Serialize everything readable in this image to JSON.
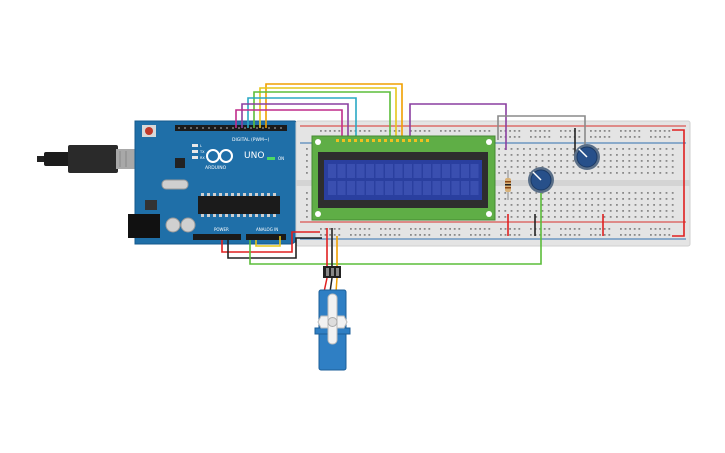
{
  "arduino": {
    "brand": "ARDUINO",
    "model": "UNO",
    "digital_label": "DIGITAL (PWM~)",
    "power_label": "POWER",
    "analog_label": "ANALOG IN",
    "on_label": "ON",
    "tx_label": "TX",
    "rx_label": "RX",
    "l_label": "L",
    "board_color": "#1f6fa8"
  },
  "breadboard": {
    "body_color": "#e4e4e4",
    "rail_red": "#d9302b",
    "rail_blue": "#2f6fb1"
  },
  "lcd": {
    "pcb_color": "#5fae46",
    "screen_color": "#2a3f9f",
    "bezel_color": "#2e2e2e"
  },
  "wire_colors": {
    "orange": "#f0a000",
    "yellow": "#e6c61a",
    "green": "#5bbd3a",
    "cyan": "#2aa8c4",
    "purple": "#8a3fa0",
    "magenta": "#c02c8a",
    "gray": "#8a8a8a",
    "red": "#e02020",
    "black": "#222222"
  },
  "servo": {
    "body_color": "#2f7fc4",
    "horn_color": "#f2f2f2"
  }
}
